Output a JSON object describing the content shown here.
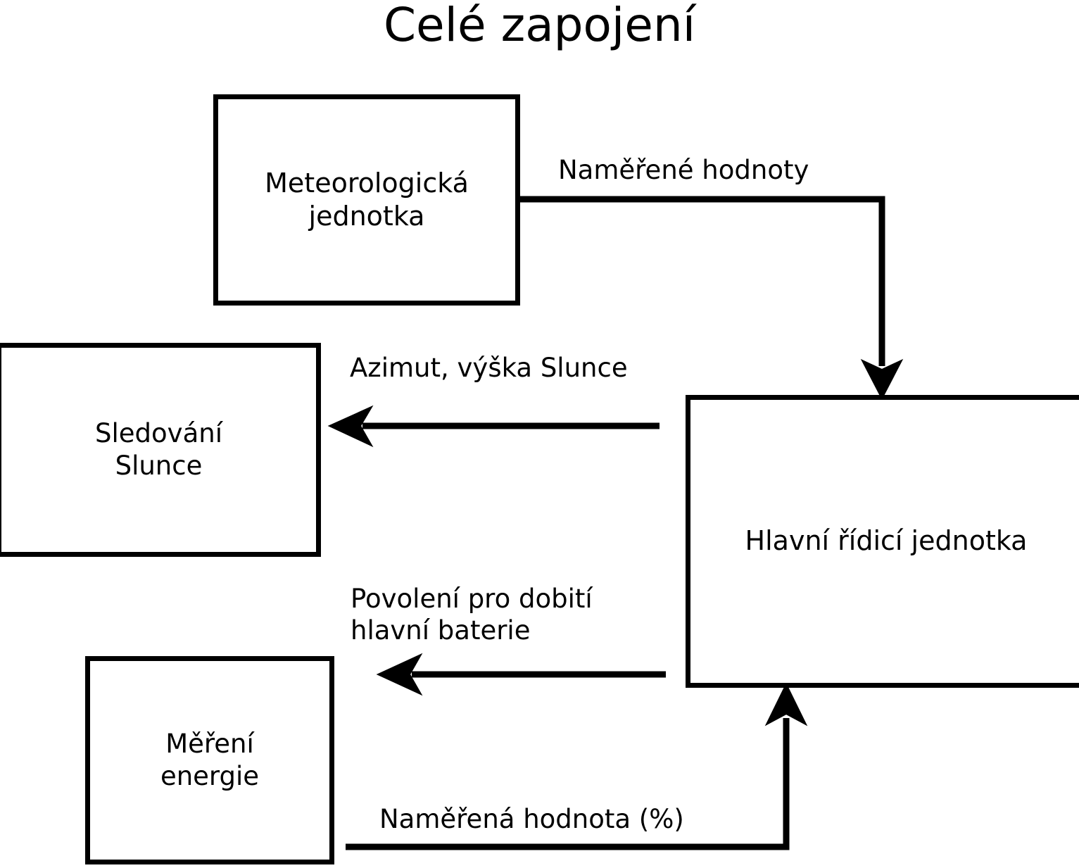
{
  "diagram": {
    "title": "Celé zapojení",
    "background_color": "#ffffff",
    "line_color": "#000000",
    "nodes": [
      {
        "id": "meteo",
        "label": "Meteorologická\njednotka"
      },
      {
        "id": "sun",
        "label": "Sledování\nSlunce"
      },
      {
        "id": "main",
        "label": "Hlavní řídicí jednotka"
      },
      {
        "id": "energy",
        "label": "Měření\nenergie"
      }
    ],
    "edges": [
      {
        "id": "measured-values",
        "label": "Naměřené hodnoty",
        "from": "meteo",
        "to": "main",
        "arrow": "down"
      },
      {
        "id": "azimuth",
        "label": "Azimut, výška Slunce",
        "from": "main",
        "to": "sun",
        "arrow": "left"
      },
      {
        "id": "permission",
        "label": "Povolení pro dobití\nhlavní baterie",
        "from": "main",
        "to": "energy",
        "arrow": "left"
      },
      {
        "id": "measured-pct",
        "label": "Naměřená hodnota (%)",
        "from": "energy",
        "to": "main",
        "arrow": "up"
      }
    ]
  }
}
